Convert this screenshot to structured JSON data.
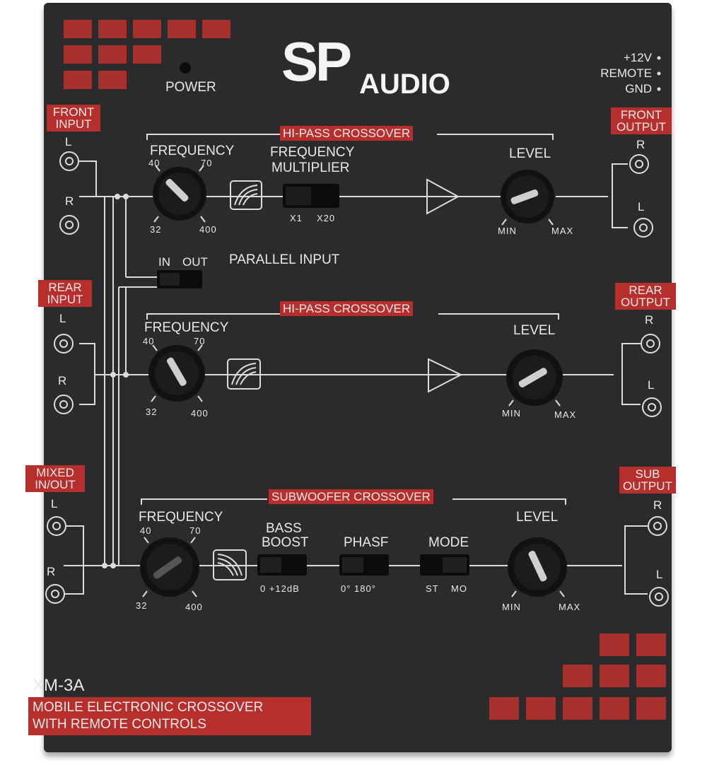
{
  "brand": {
    "logo_letters": "SP",
    "logo_word": "AUDIO"
  },
  "power": {
    "label": "POWER"
  },
  "power_terminals": [
    "+12V",
    "REMOTE",
    "GND"
  ],
  "inputs": {
    "front": {
      "title_line1": "FRONT",
      "title_line2": "INPUT",
      "l": "L",
      "r": "R"
    },
    "rear": {
      "title_line1": "REAR",
      "title_line2": "INPUT",
      "l": "L",
      "r": "R"
    },
    "mixed": {
      "title_line1": "MIXED",
      "title_line2": "IN/OUT",
      "l": "L",
      "r": "R"
    }
  },
  "outputs": {
    "front": {
      "title_line1": "FRONT",
      "title_line2": "OUTPUT",
      "r": "R",
      "l": "L"
    },
    "rear": {
      "title_line1": "REAR",
      "title_line2": "OUTPUT",
      "r": "R",
      "l": "L"
    },
    "sub": {
      "title_line1": "SUB",
      "title_line2": "OUTPUT",
      "r": "R",
      "l": "L"
    }
  },
  "section_front": {
    "title": "HI-PASS CROSSOVER",
    "frequency_label": "FREQUENCY",
    "freq_ticks": [
      "40",
      "70",
      "32",
      "400"
    ],
    "multiplier_label_line1": "FREQUENCY",
    "multiplier_label_line2": "MULTIPLIER",
    "multiplier_options": [
      "X1",
      "X20"
    ],
    "level_label": "LEVEL",
    "level_ticks": [
      "MIN",
      "MAX"
    ]
  },
  "parallel": {
    "label": "PARALLEL INPUT",
    "options": [
      "IN",
      "OUT"
    ]
  },
  "section_rear": {
    "title": "HI-PASS CROSSOVER",
    "frequency_label": "FREQUENCY",
    "freq_ticks": [
      "40",
      "70",
      "32",
      "400"
    ],
    "level_label": "LEVEL",
    "level_ticks": [
      "MIN",
      "MAX"
    ]
  },
  "section_sub": {
    "title": "SUBWOOFER CROSSOVER",
    "frequency_label": "FREQUENCY",
    "freq_ticks": [
      "40",
      "70",
      "32",
      "400"
    ],
    "bass_boost_line1": "BASS",
    "bass_boost_line2": "BOOST",
    "bass_boost_options": "0 +12dB",
    "phase_label": "PHASF",
    "phase_options": "0° 180°",
    "mode_label": "MODE",
    "mode_options": [
      "ST",
      "MO"
    ],
    "level_label": "LEVEL",
    "level_ticks": [
      "MIN",
      "MAX"
    ]
  },
  "model": {
    "name": "XM-3A",
    "desc_line1": "MOBILE ELECTRONIC CROSSOVER",
    "desc_line2": "WITH REMOTE CONTROLS"
  },
  "colors": {
    "panel": "#2b2b2d",
    "accent_red": "#b62f2c",
    "print": "#e8e8e8"
  }
}
